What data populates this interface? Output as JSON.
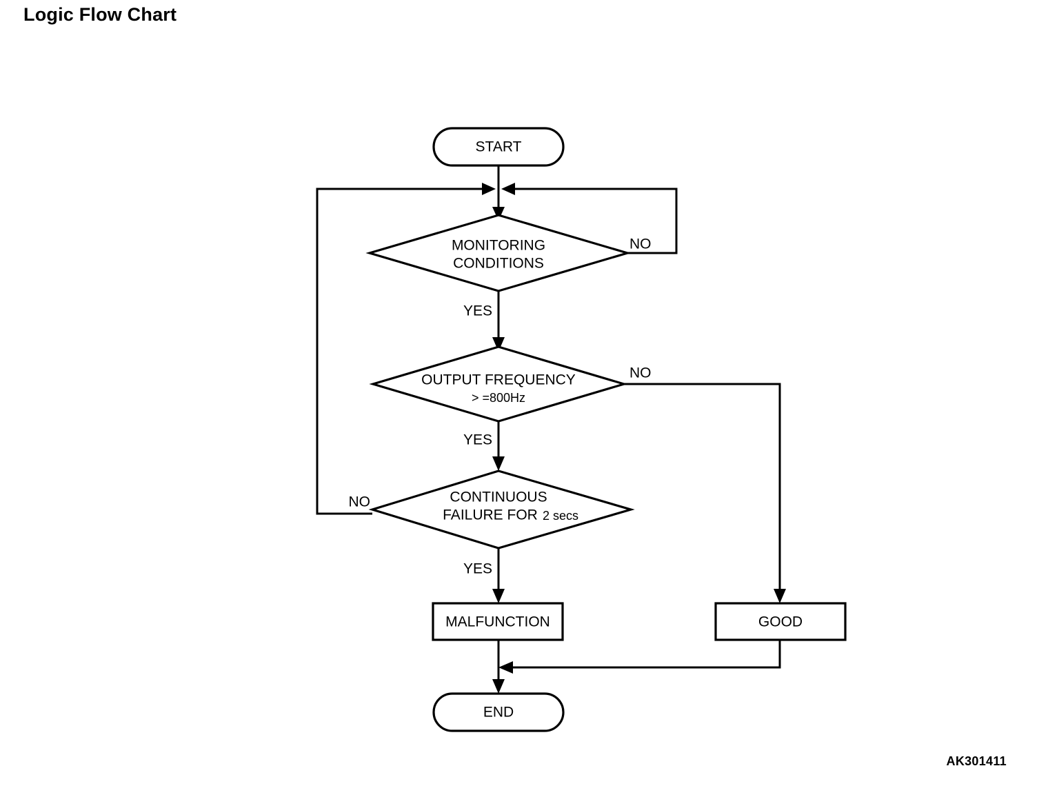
{
  "page": {
    "title": "Logic Flow Chart",
    "figure_code": "AK301411",
    "background_color": "#ffffff",
    "ink_color": "#000000"
  },
  "chart_data": {
    "type": "diagram",
    "diagram_kind": "flowchart",
    "title": "Logic Flow Chart",
    "nodes": [
      {
        "id": "start",
        "shape": "terminator",
        "label": "START",
        "lines": [
          "START"
        ]
      },
      {
        "id": "monitoring",
        "shape": "decision",
        "label": "MONITORING CONDITIONS",
        "lines": [
          "MONITORING",
          "CONDITIONS"
        ]
      },
      {
        "id": "frequency",
        "shape": "decision",
        "label": "OUTPUT FREQUENCY > =800Hz",
        "lines": [
          "OUTPUT FREQUENCY",
          "> =800Hz"
        ]
      },
      {
        "id": "continuous",
        "shape": "decision",
        "label": "CONTINUOUS FAILURE FOR 2 secs",
        "lines": [
          "CONTINUOUS",
          "FAILURE FOR 2 secs"
        ]
      },
      {
        "id": "malfunction",
        "shape": "process",
        "label": "MALFUNCTION",
        "lines": [
          "MALFUNCTION"
        ]
      },
      {
        "id": "good",
        "shape": "process",
        "label": "GOOD",
        "lines": [
          "GOOD"
        ]
      },
      {
        "id": "end",
        "shape": "terminator",
        "label": "END",
        "lines": [
          "END"
        ]
      }
    ],
    "edges": [
      {
        "from": "start",
        "to": "monitoring",
        "label": ""
      },
      {
        "from": "monitoring",
        "to": "monitoring",
        "label": "NO",
        "note": "loops back to junction above monitoring decision"
      },
      {
        "from": "monitoring",
        "to": "frequency",
        "label": "YES"
      },
      {
        "from": "frequency",
        "to": "good",
        "label": "NO"
      },
      {
        "from": "frequency",
        "to": "continuous",
        "label": "YES"
      },
      {
        "from": "continuous",
        "to": "monitoring",
        "label": "NO",
        "note": "loops back to junction above monitoring decision"
      },
      {
        "from": "continuous",
        "to": "malfunction",
        "label": "YES"
      },
      {
        "from": "malfunction",
        "to": "end",
        "label": ""
      },
      {
        "from": "good",
        "to": "end",
        "label": ""
      }
    ],
    "edge_labels": {
      "monitoring_no": "NO",
      "monitoring_yes": "YES",
      "frequency_no": "NO",
      "frequency_yes": "YES",
      "continuous_no": "NO",
      "continuous_yes": "YES"
    },
    "node_text": {
      "start": "START",
      "monitoring_line1": "MONITORING",
      "monitoring_line2": "CONDITIONS",
      "frequency_line1": "OUTPUT FREQUENCY",
      "frequency_line2": "> =800Hz",
      "continuous_line1": "CONTINUOUS",
      "continuous_line2_a": "FAILURE FOR",
      "continuous_line2_b": "2 secs",
      "malfunction": "MALFUNCTION",
      "good": "GOOD",
      "end": "END"
    }
  }
}
